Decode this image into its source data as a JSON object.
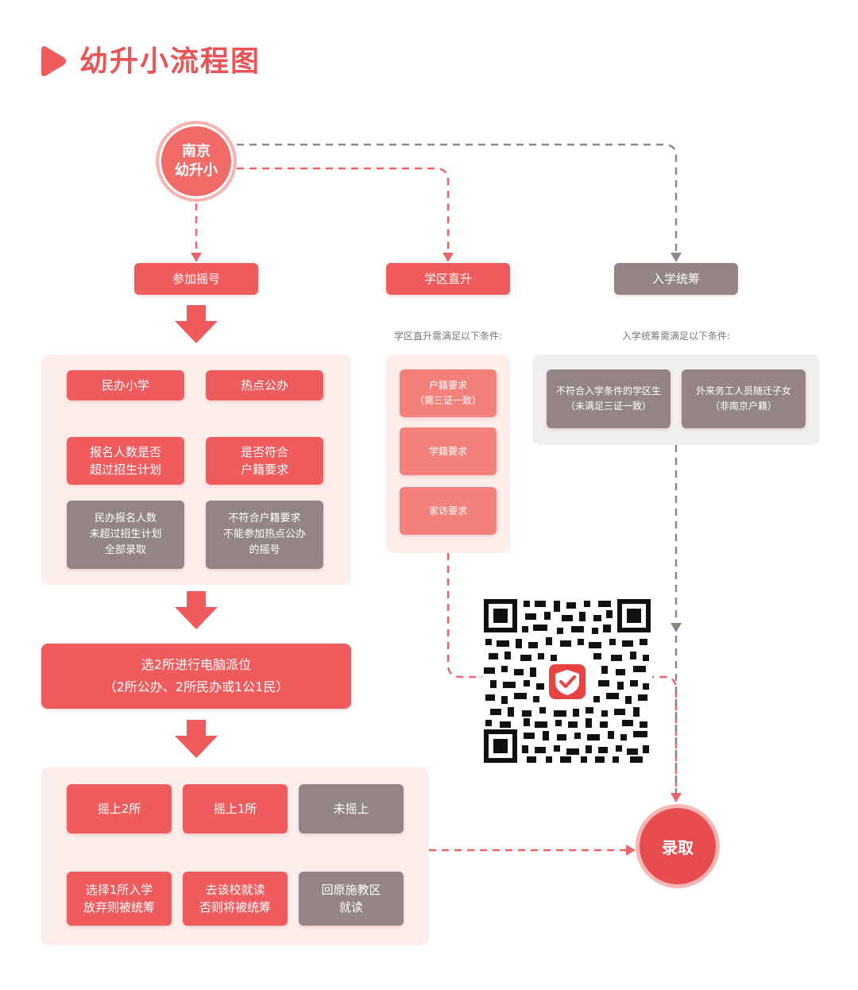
{
  "title": "幼升小流程图",
  "start": {
    "line1": "南京",
    "line2": "幼升小"
  },
  "branches": {
    "lottery": "参加摇号",
    "district": "学区直升",
    "coordination": "入学统筹"
  },
  "lottery_panel": {
    "private_school": "民办小学",
    "hot_public": "热点公办",
    "private_check": {
      "line1": "报名人数是否",
      "line2": "超过招生计划"
    },
    "public_check": {
      "line1": "是否符合",
      "line2": "户籍要求"
    },
    "private_note": {
      "line1": "民办报名人数",
      "line2": "未超过招生计划",
      "line3": "全部录取"
    },
    "public_note": {
      "line1": "不符合户籍要求",
      "line2": "不能参加热点公办",
      "line3": "的摇号"
    }
  },
  "assignment": {
    "line1": "选2所进行电脑派位",
    "line2": "（2所公办、2所民办或1公1民）"
  },
  "results": {
    "two": "摇上2所",
    "one": "摇上1所",
    "none": "未摇上",
    "two_action": {
      "line1": "选择1所入学",
      "line2": "放弃则被统筹"
    },
    "one_action": {
      "line1": "去该校就读",
      "line2": "否则将被统筹"
    },
    "none_action": {
      "line1": "回原施教区",
      "line2": "就读"
    }
  },
  "district_panel": {
    "caption": "学区直升需满足以下条件:",
    "hukou": {
      "line1": "户籍要求",
      "line2": "（需三证一致）"
    },
    "xueji": "学籍要求",
    "visit": "家访要求"
  },
  "coordination_panel": {
    "caption": "入学统筹需满足以下条件:",
    "cond1": {
      "line1": "不符合入学条件的学区生",
      "line2": "（未满足三证一致）"
    },
    "cond2": {
      "line1": "外来务工人员随迁子女",
      "line2": "（非南京户籍）"
    }
  },
  "end": "录取",
  "colors": {
    "accent": "#f05c5e",
    "soft": "#f3807a",
    "grey": "#928583",
    "panel_pink": "#fdeeec",
    "panel_grey": "#f1efee"
  }
}
